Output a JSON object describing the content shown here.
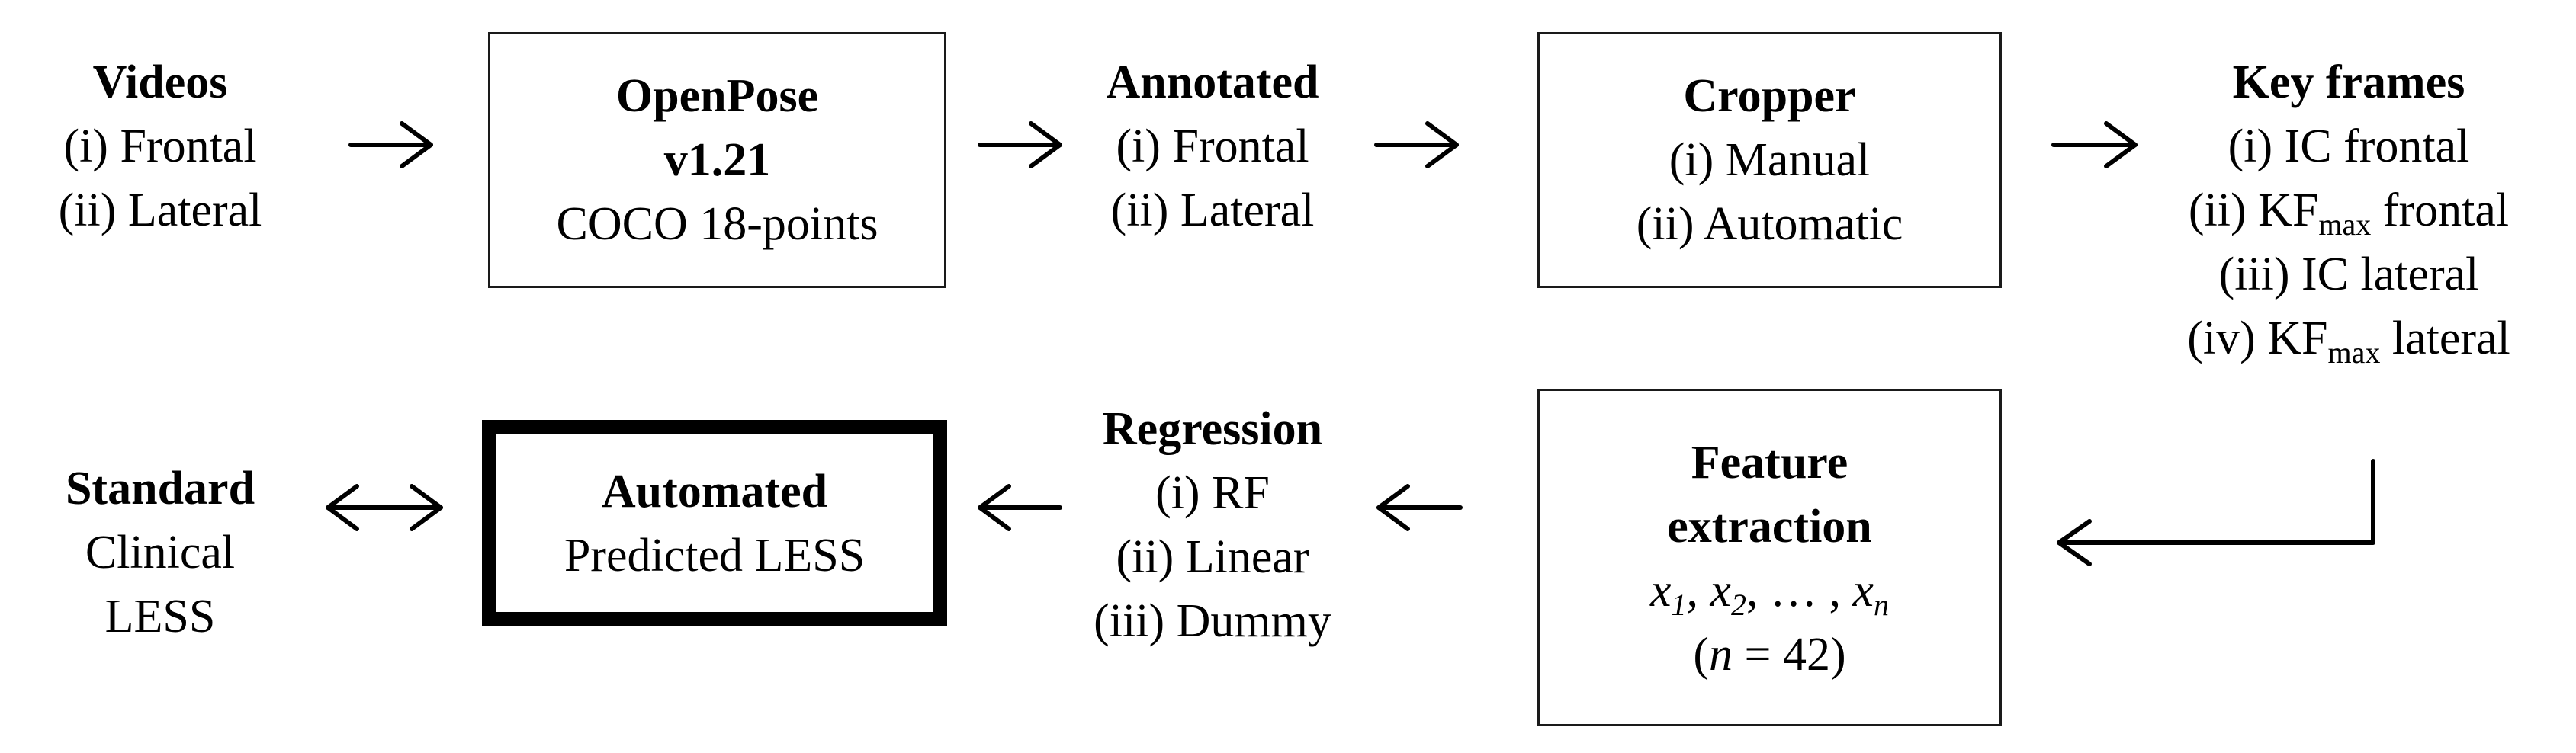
{
  "nodes": {
    "videos": {
      "title": "Videos",
      "items": [
        "(i) Frontal",
        "(ii) Lateral"
      ]
    },
    "openpose": {
      "title1": "OpenPose",
      "title2": "v1.21",
      "subtitle": "COCO 18-points"
    },
    "annotated": {
      "title": "Annotated",
      "items": [
        "(i) Frontal",
        "(ii) Lateral"
      ]
    },
    "cropper": {
      "title": "Cropper",
      "items": [
        "(i) Manual",
        "(ii) Automatic"
      ]
    },
    "keyframes": {
      "title": "Key frames",
      "item1": "(i) IC frontal",
      "item2_pre": "(ii) KF",
      "item2_sub": "max",
      "item2_post": " frontal",
      "item3": "(iii) IC lateral",
      "item4_pre": "(iv) KF",
      "item4_sub": "max",
      "item4_post": " lateral"
    },
    "feature": {
      "title1": "Feature",
      "title2": "extraction",
      "vars": [
        "x",
        "1",
        ", ",
        "x",
        "2",
        ", … , ",
        "x",
        "n"
      ],
      "count_open": "(",
      "count_var": "n",
      "count_rest": " = 42)"
    },
    "regression": {
      "title": "Regression",
      "items": [
        "(i) RF",
        "(ii) Linear",
        "(iii) Dummy"
      ]
    },
    "automated": {
      "title": "Automated",
      "subtitle": "Predicted LESS"
    },
    "standard": {
      "title": "Standard",
      "items": [
        "Clinical",
        "LESS"
      ]
    }
  },
  "edges": [
    {
      "from": "videos",
      "to": "openpose",
      "style": "single"
    },
    {
      "from": "openpose",
      "to": "annotated",
      "style": "single"
    },
    {
      "from": "annotated",
      "to": "cropper",
      "style": "single"
    },
    {
      "from": "cropper",
      "to": "keyframes",
      "style": "single"
    },
    {
      "from": "keyframes",
      "to": "feature",
      "style": "elbow"
    },
    {
      "from": "feature",
      "to": "regression",
      "style": "single"
    },
    {
      "from": "regression",
      "to": "automated",
      "style": "single"
    },
    {
      "from": "automated",
      "to": "standard",
      "style": "double"
    }
  ]
}
